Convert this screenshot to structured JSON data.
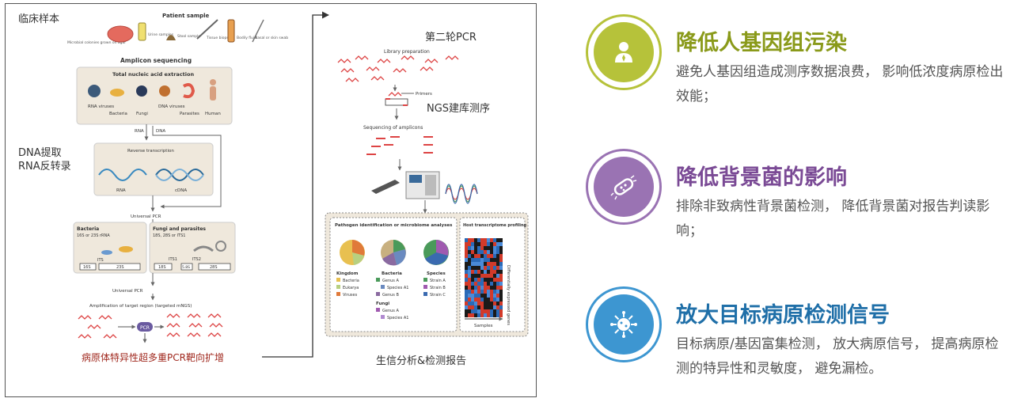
{
  "diagram": {
    "labels": {
      "clinical_samples": "临床样本",
      "dna_extraction": "DNA提取",
      "rna_rt": "RNA反转录",
      "second_pcr": "第二轮PCR",
      "ngs_library": "NGS建库测序",
      "multiplex_pcr": "病原体特异性超多重PCR靶向扩增",
      "bioinfo_report": "生信分析&检测报告"
    },
    "left": {
      "patient_sample": "Patient sample",
      "samples": [
        "Microbial colonies grown on agar",
        "Urine samples",
        "Stool sample",
        "Tissue biopsy",
        "Bodily fluid",
        "Nasal or skin swab"
      ],
      "amplicon_sequencing": "Amplicon sequencing",
      "total_extraction": "Total nucleic acid extraction",
      "organisms": [
        "RNA viruses",
        "Bacteria",
        "Fungi",
        "DNA viruses",
        "Parasites",
        "Human"
      ],
      "rna": "RNA",
      "dna": "DNA",
      "reverse_transcription": "Reverse transcription",
      "rna_label": "RNA",
      "cdna_label": "cDNA",
      "universal_pcr": "Universal PCR",
      "bacteria_title": "Bacteria",
      "bacteria_sub": "16S or 23S rRNA",
      "fungi_title": "Fungi and parasites",
      "fungi_sub": "18S, 28S or ITS1",
      "box_16s": "16S",
      "its": "ITS",
      "box_23s": "23S",
      "its1": "ITS1",
      "its2": "ITS2",
      "box_18s": "18S",
      "box_58s": "5.8S",
      "box_28s": "28S",
      "universal_pcr2": "Universal PCR",
      "amplification": "Amplification of target region (targeted mNGS)",
      "pcr": "PCR"
    },
    "right": {
      "library_prep": "Library preparation",
      "primers": "Primers",
      "sequencing_amplicons": "Sequencing of amplicons",
      "pathogen_title": "Pathogen identification or microbiome analyses",
      "host_title": "Host transcriptome profiling",
      "kingdom": "Kingdom",
      "kingdom_items": [
        "Bacteria",
        "Eukarya",
        "Viruses"
      ],
      "bacteria": "Bacteria",
      "bacteria_items": [
        "Genus A",
        "Species A1",
        "Genus B"
      ],
      "fungi": "Fungi",
      "fungi_items": [
        "Genus A",
        "Species A1"
      ],
      "species": "Species",
      "species_items": [
        "Strain A",
        "Strain B",
        "Strain C"
      ],
      "diff_genes": "Differentially expressed genes",
      "samples": "Samples"
    }
  },
  "features": [
    {
      "title": "降低人基因组污染",
      "desc": "避免人基因组造成测序数据浪费， 影响低浓度病原检出效能；",
      "icon": "person-icon",
      "color": "#b6c23a"
    },
    {
      "title": "降低背景菌的影响",
      "desc": "排除非致病性背景菌检测， 降低背景菌对报告判读影响；",
      "icon": "bacteria-icon",
      "color": "#9a73b3"
    },
    {
      "title": "放大目标病原检测信号",
      "desc": "目标病原/基因富集检测， 放大病原信号， 提高病原检测的特异性和灵敏度， 避免漏检。",
      "icon": "virus-icon",
      "color": "#3d96d1"
    }
  ]
}
